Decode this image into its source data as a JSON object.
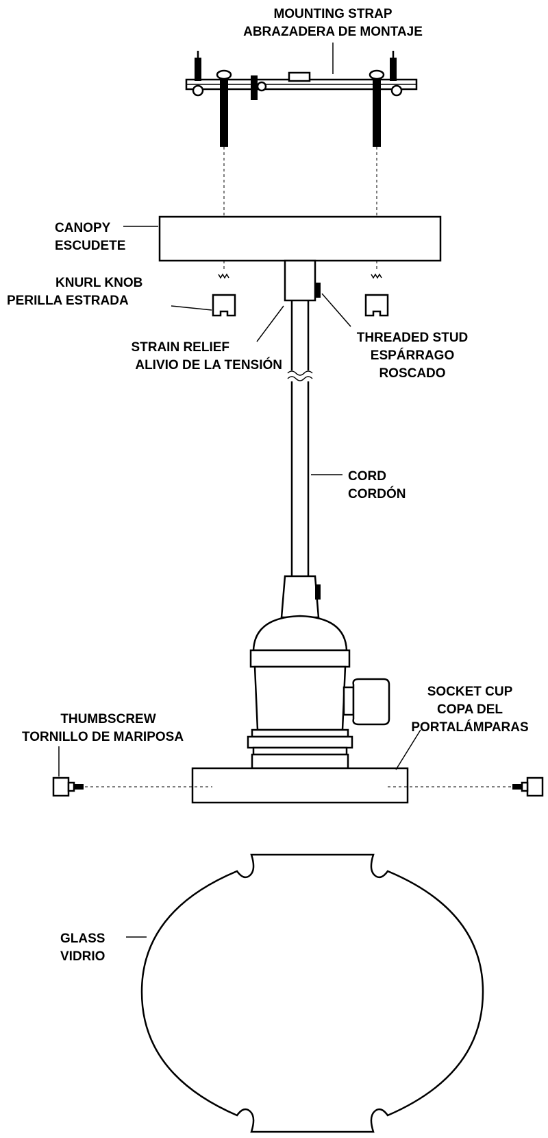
{
  "labels": {
    "mounting_strap": {
      "en": "MOUNTING STRAP",
      "es": "ABRAZADERA DE MONTAJE"
    },
    "canopy": {
      "en": "CANOPY",
      "es": "ESCUDETE"
    },
    "knurl_knob": {
      "en": "KNURL KNOB",
      "es": "PERILLA ESTRADA"
    },
    "strain_relief": {
      "en": "STRAIN RELIEF",
      "es": "ALIVIO DE LA TENSIÓN"
    },
    "threaded_stud": {
      "en": "THREADED STUD",
      "es1": "ESPÁRRAGO",
      "es2": "ROSCADO"
    },
    "cord": {
      "en": "CORD",
      "es": "CORDÓN"
    },
    "thumbscrew": {
      "en": "THUMBSCREW",
      "es": "TORNILLO DE MARIPOSA"
    },
    "socket_cup": {
      "en": "SOCKET CUP",
      "es1": "COPA DEL",
      "es2": "PORTALÁMPARAS"
    },
    "glass": {
      "en": "GLASS",
      "es": "VIDRIO"
    }
  },
  "colors": {
    "line": "#000000",
    "background": "#ffffff"
  }
}
